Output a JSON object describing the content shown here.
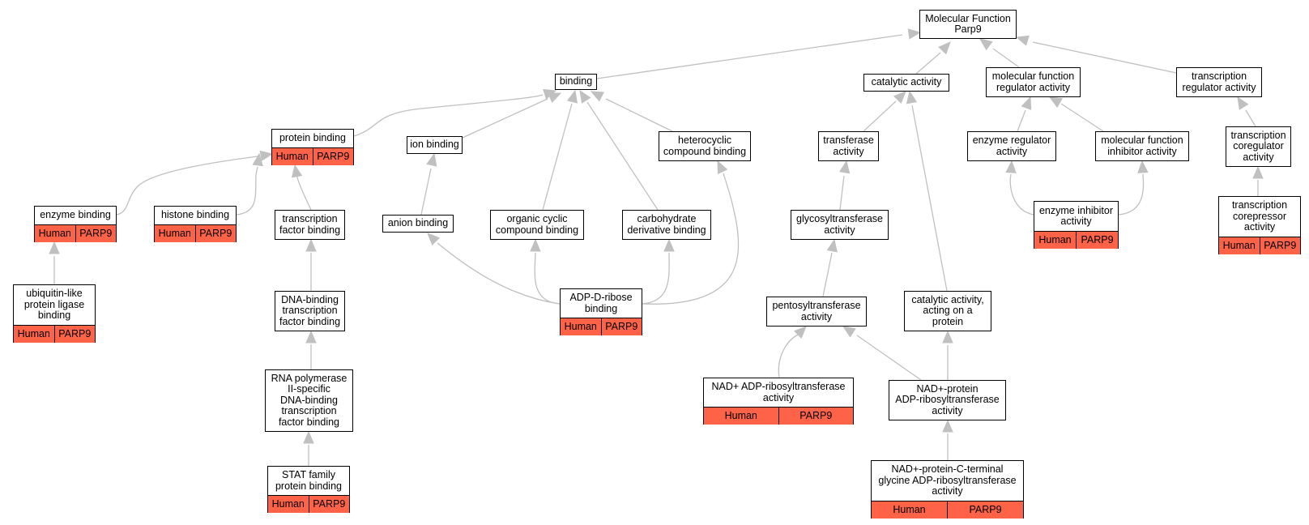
{
  "graph": {
    "annotation_color": "#ff6347",
    "edge_color": "#c0c0c0",
    "nodes": {
      "mf_root": {
        "label": "Molecular Function\nParp9"
      },
      "binding": {
        "label": "binding"
      },
      "catalytic": {
        "label": "catalytic activity"
      },
      "mf_regulator": {
        "label": "molecular function\nregulator activity"
      },
      "tx_regulator": {
        "label": "transcription\nregulator activity"
      },
      "protein_binding": {
        "label": "protein binding",
        "species": "Human",
        "gene": "PARP9"
      },
      "ion_binding": {
        "label": "ion binding"
      },
      "heterocyclic": {
        "label": "heterocyclic\ncompound binding"
      },
      "transferase": {
        "label": "transferase\nactivity"
      },
      "enzyme_regulator": {
        "label": "enzyme regulator\nactivity"
      },
      "mf_inhibitor": {
        "label": "molecular function\ninhibitor activity"
      },
      "tx_coregulator": {
        "label": "transcription\ncoregulator\nactivity"
      },
      "enzyme_binding": {
        "label": "enzyme binding",
        "species": "Human",
        "gene": "PARP9"
      },
      "histone_binding": {
        "label": "histone binding",
        "species": "Human",
        "gene": "PARP9"
      },
      "tf_binding": {
        "label": "transcription\nfactor binding"
      },
      "anion_binding": {
        "label": "anion binding"
      },
      "organic_cyclic": {
        "label": "organic cyclic\ncompound binding"
      },
      "carbohydrate": {
        "label": "carbohydrate\nderivative binding"
      },
      "glycosyltransferase": {
        "label": "glycosyltransferase\nactivity"
      },
      "enzyme_inhibitor": {
        "label": "enzyme inhibitor\nactivity",
        "species": "Human",
        "gene": "PARP9"
      },
      "tx_corepressor": {
        "label": "transcription\ncorepressor\nactivity",
        "species": "Human",
        "gene": "PARP9"
      },
      "ubiquitin_ligase": {
        "label": "ubiquitin-like\nprotein ligase\nbinding",
        "species": "Human",
        "gene": "PARP9"
      },
      "dna_binding_tf": {
        "label": "DNA-binding\ntranscription\nfactor binding"
      },
      "adp_ribose": {
        "label": "ADP-D-ribose\nbinding",
        "species": "Human",
        "gene": "PARP9"
      },
      "pentosyltransferase": {
        "label": "pentosyltransferase\nactivity"
      },
      "catalytic_protein": {
        "label": "catalytic activity,\nacting on a\nprotein"
      },
      "rna_pol": {
        "label": "RNA polymerase\nII-specific\nDNA-binding\ntranscription\nfactor binding"
      },
      "nad_adp": {
        "label": "NAD+ ADP-ribosyltransferase\nactivity",
        "species": "Human",
        "gene": "PARP9"
      },
      "nad_protein": {
        "label": "NAD+-protein\nADP-ribosyltransferase\nactivity"
      },
      "stat_family": {
        "label": "STAT family\nprotein binding",
        "species": "Human",
        "gene": "PARP9"
      },
      "nad_c_terminal": {
        "label": "NAD+-protein-C-terminal\nglycine ADP-ribosyltransferase\nactivity",
        "species": "Human",
        "gene": "PARP9"
      }
    }
  }
}
